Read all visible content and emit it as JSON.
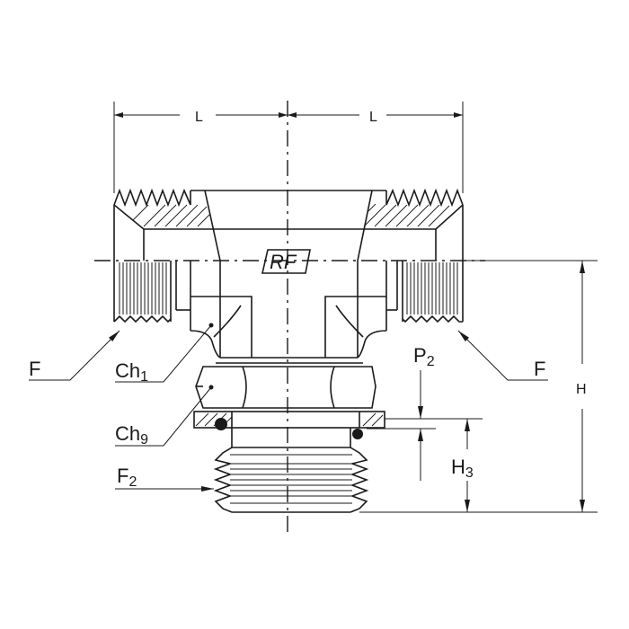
{
  "drawing": {
    "logo": "RF",
    "labels": {
      "L_left": "L",
      "L_right": "L",
      "F_left": "F",
      "F_right": "F",
      "Ch1": "Ch",
      "Ch1_sub": "1",
      "Ch9": "Ch",
      "Ch9_sub": "9",
      "P2": "P",
      "P2_sub": "2",
      "H": "H",
      "H3": "H",
      "H3_sub": "3",
      "F2": "F",
      "F2_sub": "2"
    }
  }
}
